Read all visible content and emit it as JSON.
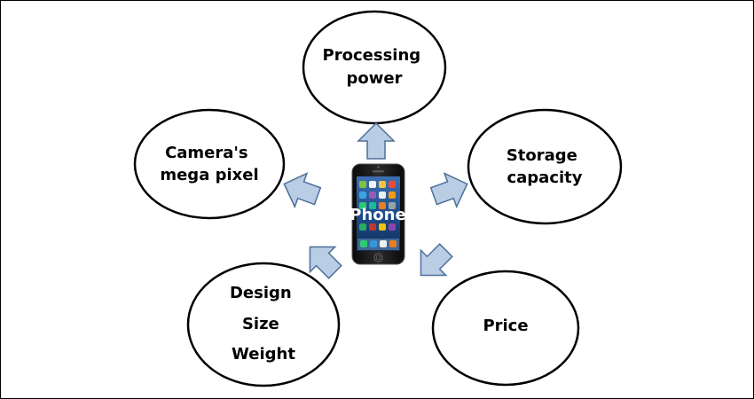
{
  "center": {
    "label": "Phone"
  },
  "nodes": {
    "processing": [
      "Processing",
      "power"
    ],
    "storage": [
      "Storage",
      "capacity"
    ],
    "camera": [
      "Camera's",
      "mega pixel"
    ],
    "design": [
      "Design",
      "Size",
      "Weight"
    ],
    "price": [
      "Price"
    ]
  },
  "colors": {
    "arrow_fill": "#b9cde5",
    "arrow_stroke": "#4f6f99",
    "ellipse_stroke": "#000000",
    "phone_body": "#1a1a1a"
  }
}
